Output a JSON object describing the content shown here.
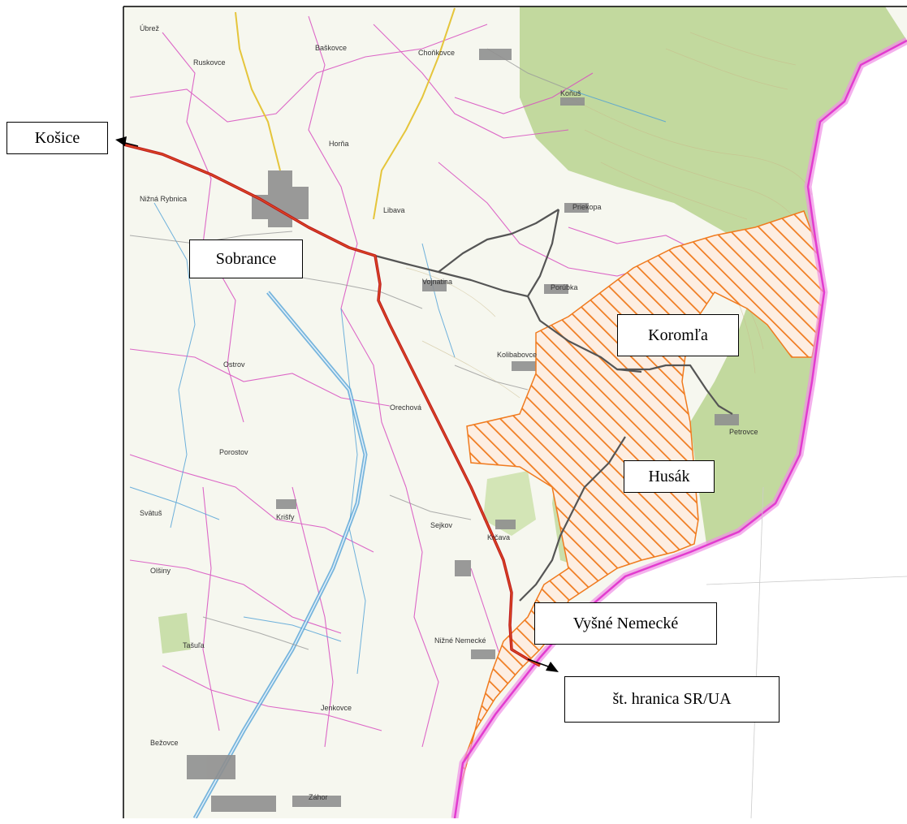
{
  "colors": {
    "highway": "#c0181f",
    "road_gray": "#555555",
    "hatch": "#f07b1f",
    "border_pink": "#e85ad6",
    "forest": "#b8d48f",
    "boundary": "#d84fc0",
    "water": "#4c9fd6",
    "minor_road": "#e5c53b"
  },
  "callouts": {
    "kosice": "Košice",
    "sobrance": "Sobrance",
    "koromla": "Koromľa",
    "husak": "Husák",
    "vysne_nemecke": "Vyšné Nemecké",
    "border": "št. hranica SR/UA"
  },
  "map_places": [
    {
      "id": "ubrez",
      "name": "Úbrež"
    },
    {
      "id": "ruskovce",
      "name": "Ruskovce"
    },
    {
      "id": "baskovce",
      "name": "Baškovce"
    },
    {
      "id": "chonkovce",
      "name": "Choňkovce"
    },
    {
      "id": "konus",
      "name": "Koňuš"
    },
    {
      "id": "horna",
      "name": "Horňa"
    },
    {
      "id": "nizna-rybnica",
      "name": "Nižná Rybnica"
    },
    {
      "id": "libava",
      "name": "Libava"
    },
    {
      "id": "priekopa",
      "name": "Priekopa"
    },
    {
      "id": "vojnatina",
      "name": "Vojnatina"
    },
    {
      "id": "porubka",
      "name": "Porúbka"
    },
    {
      "id": "kolibabovce",
      "name": "Kolibabovce"
    },
    {
      "id": "orechova",
      "name": "Orechová"
    },
    {
      "id": "ostrov",
      "name": "Ostrov"
    },
    {
      "id": "porostov",
      "name": "Porostov"
    },
    {
      "id": "svaous",
      "name": "Svätuš"
    },
    {
      "id": "krisfy",
      "name": "Krišfy"
    },
    {
      "id": "sejkov",
      "name": "Sejkov"
    },
    {
      "id": "krcava",
      "name": "Krčava"
    },
    {
      "id": "petrovce",
      "name": "Petrovce"
    },
    {
      "id": "tasula",
      "name": "Tašuľa"
    },
    {
      "id": "jenkovce",
      "name": "Jenkovce"
    },
    {
      "id": "nizne-nemecke",
      "name": "Nižné Nemecké"
    },
    {
      "id": "bezovce",
      "name": "Bežovce"
    },
    {
      "id": "zahor",
      "name": "Záhor"
    },
    {
      "id": "olsiny",
      "name": "Olšiny"
    }
  ]
}
